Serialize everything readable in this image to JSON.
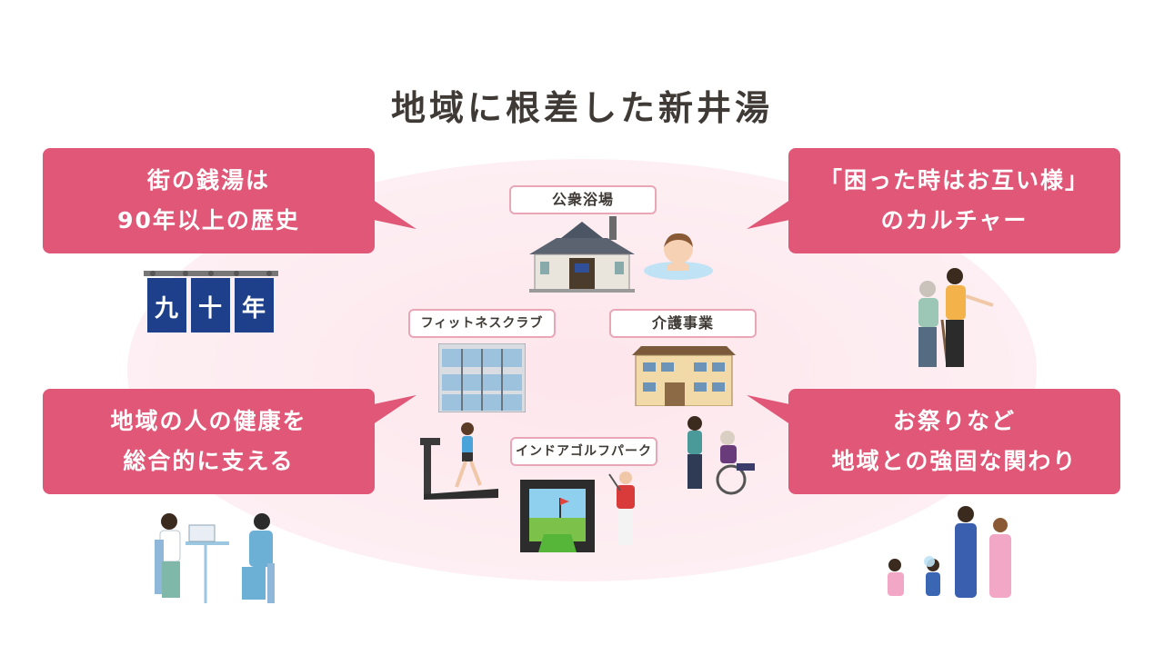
{
  "title": "地域に根差した新井湯",
  "bubbles": {
    "top_left": [
      "街の銭湯は",
      "90年以上の歴史"
    ],
    "top_right": [
      "「困った時はお互い様」",
      "のカルチャー"
    ],
    "bottom_left": [
      "地域の人の健康を",
      "総合的に支える"
    ],
    "bottom_right": [
      "お祭りなど",
      "地域との強固な関わり"
    ]
  },
  "tags": {
    "bath": "公衆浴場",
    "fitness": "フィットネスクラブ",
    "care": "介護事業",
    "golf": "インドアゴルフパーク"
  },
  "noren": [
    "九",
    "十",
    "年"
  ],
  "colors": {
    "accent": "#e05777",
    "title": "#3f3a35",
    "ellipse": "#fdeaf0",
    "tag_border": "#e9a6b6",
    "noren": "#1e3f8a"
  }
}
